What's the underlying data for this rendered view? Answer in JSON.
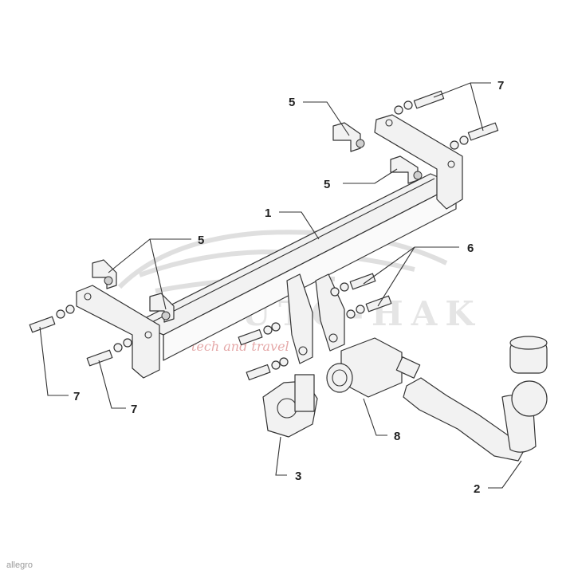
{
  "diagram": {
    "callouts": {
      "beam": "1",
      "ball": "2",
      "socket_plate": "3",
      "bracket_top_left": "5",
      "bracket_top_right": "5",
      "bracket_front": "5",
      "bolts_center": "6",
      "bolts_top": "7",
      "bolt_left_a": "7",
      "bolt_left_b": "7",
      "electrical_socket": "8"
    },
    "watermark": {
      "brand": "AUTO-HAK",
      "tagline": "tech and travel"
    },
    "corner_mark": "allegro"
  },
  "colors": {
    "line": "#333333",
    "part_fill": "#f2f2f2",
    "watermark_tagline": "#d06060"
  }
}
